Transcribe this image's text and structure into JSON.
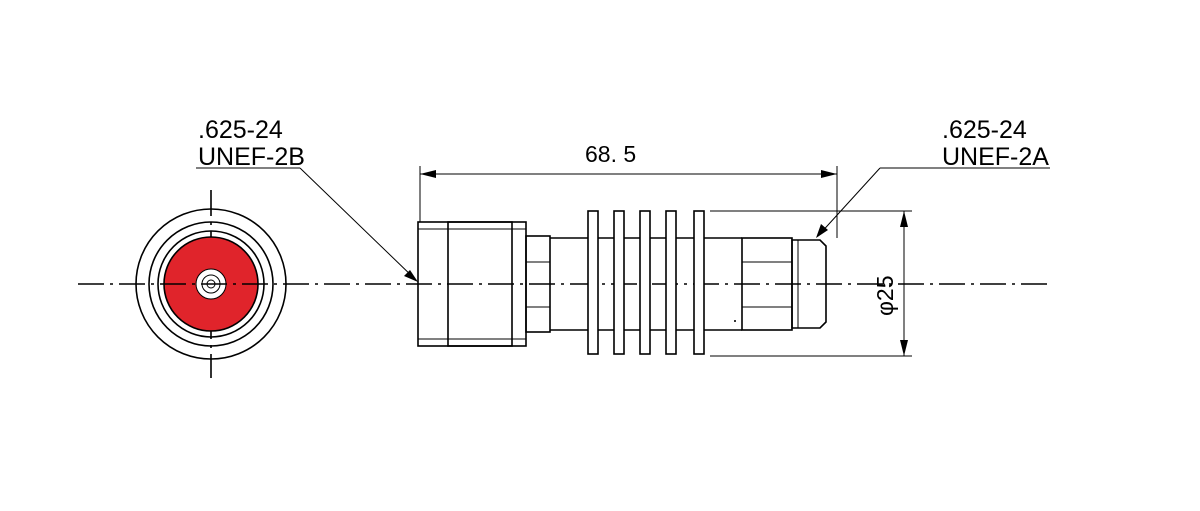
{
  "callouts": {
    "left_thread_line1": ".625-24",
    "left_thread_line2": "UNEF-2B",
    "right_thread_line1": ".625-24",
    "right_thread_line2": "UNEF-2A"
  },
  "dimensions": {
    "length": "68. 5",
    "diameter": "φ25"
  },
  "colors": {
    "insulator": "#e0242b",
    "line": "#000000"
  }
}
